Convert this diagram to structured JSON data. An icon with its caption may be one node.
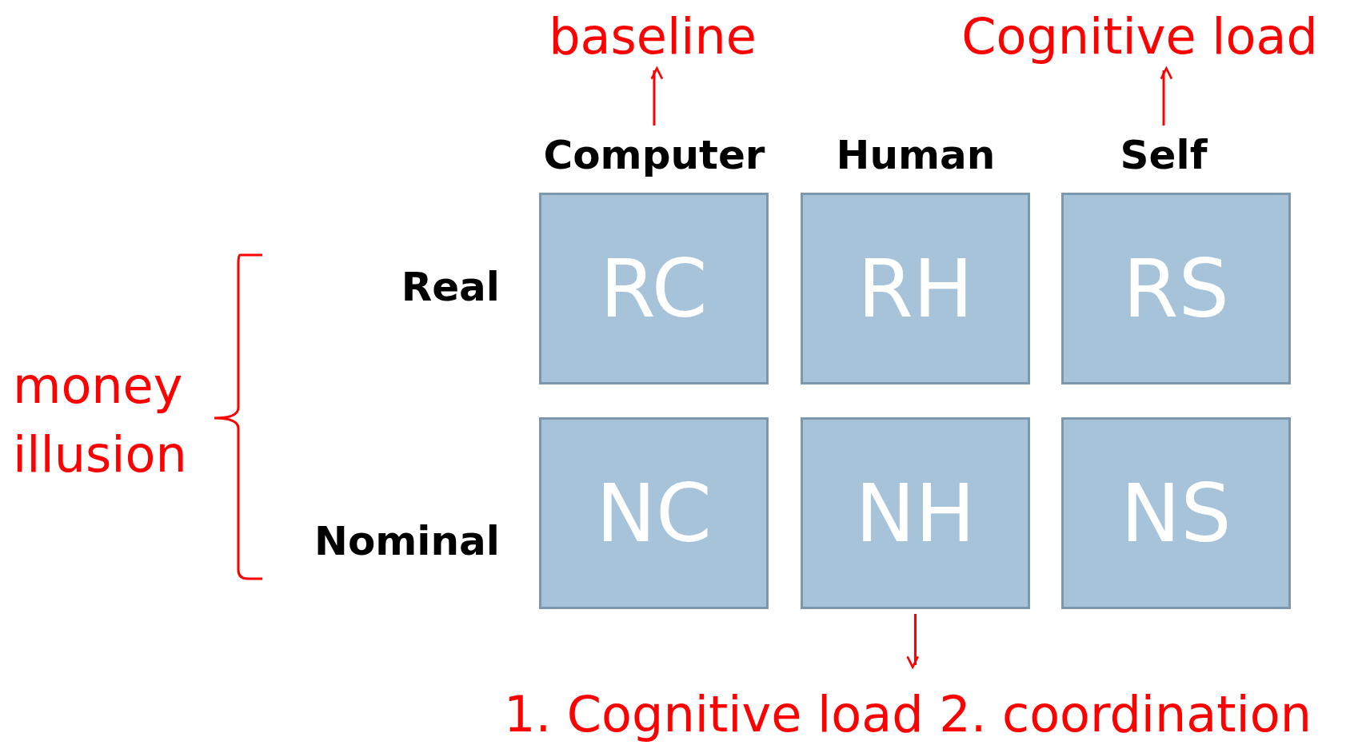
{
  "diagram": {
    "nodes": [
      {
        "text": [
          "baseline"
        ]
      },
      {
        "text": [
          "Cognitive load"
        ]
      },
      {
        "text": [
          "Computer"
        ]
      },
      {
        "text": [
          "Human"
        ]
      },
      {
        "text": [
          "Self"
        ]
      },
      {
        "text": [
          "RC"
        ]
      },
      {
        "text": [
          "RH"
        ]
      },
      {
        "text": [
          "RS"
        ]
      },
      {
        "text": [
          "NC"
        ]
      },
      {
        "text": [
          "NH"
        ]
      },
      {
        "text": [
          "NS"
        ]
      },
      {
        "text": [
          "1. Cognitive load 2. coordination"
        ]
      }
    ],
    "edges": [
      {
        "from": 2,
        "to": 0,
        "arrow": "to"
      },
      {
        "from": 4,
        "to": 1,
        "arrow": "to"
      },
      {
        "from": 9,
        "to": 11,
        "arrow": "to"
      }
    ],
    "labels": [
      "Real",
      "Nominal",
      "money illusion"
    ]
  }
}
